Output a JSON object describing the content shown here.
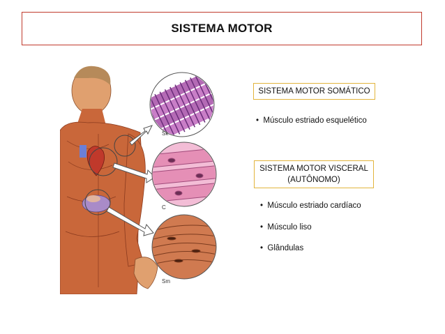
{
  "title": "SISTEMA MOTOR",
  "somatic": {
    "heading": "SISTEMA MOTOR SOMÁTICO",
    "items": [
      "Músculo estriado esquelético"
    ]
  },
  "visceral": {
    "heading_line1": "SISTEMA MOTOR VISCERAL",
    "heading_line2": "(AUTÔNOMO)",
    "items": [
      "Músculo estriado cardíaco",
      "Músculo liso",
      "Glândulas"
    ]
  },
  "illustration": {
    "labels": [
      "Sk",
      "C",
      "Sm"
    ]
  },
  "bullet_char": "•",
  "colors": {
    "title_border": "#c0392b",
    "box_border": "#e2b43c",
    "muscle": "#c9673a",
    "skin": "#e0a06f",
    "cardiac": "#e58fb6"
  }
}
